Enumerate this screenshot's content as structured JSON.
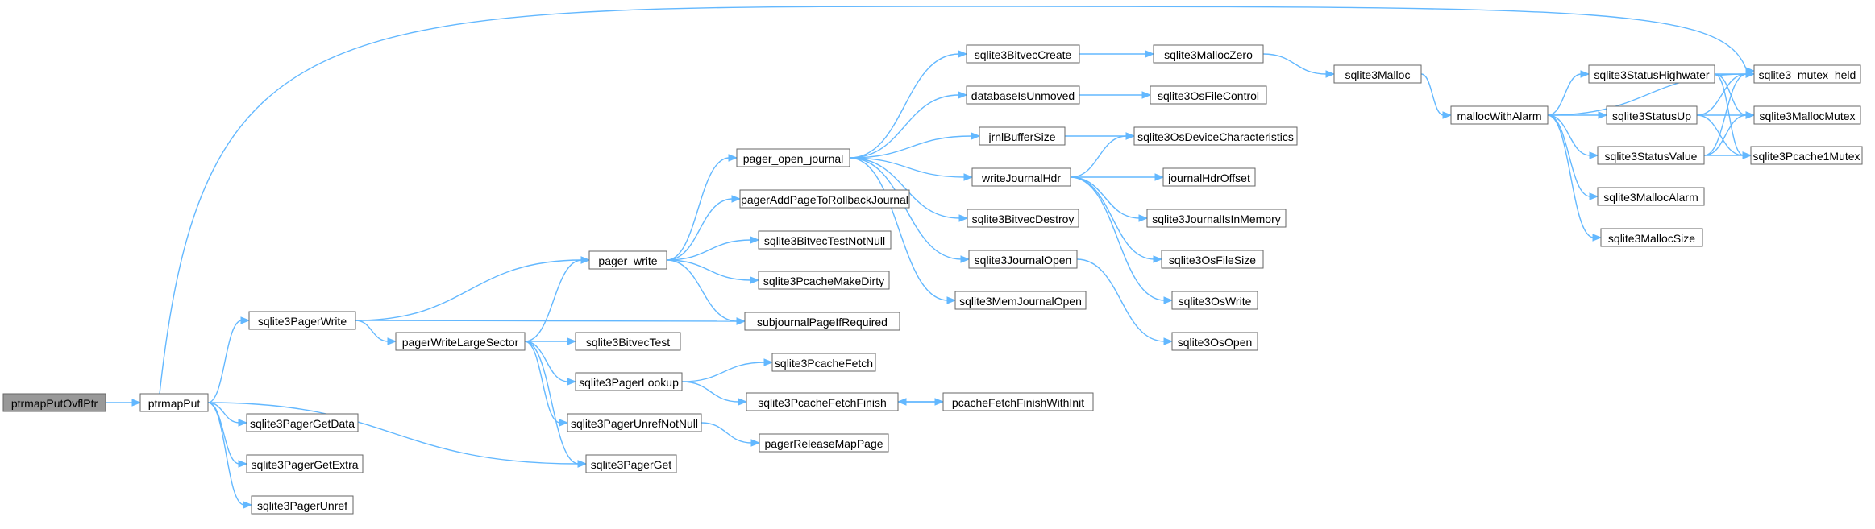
{
  "graph": {
    "root": "ptrmapPutOvflPtr",
    "colors": {
      "edge": "#63b8ff",
      "node_border": "#666666",
      "node_fill": "#ffffff",
      "root_fill": "#999999"
    },
    "nodes": [
      {
        "id": "ptrmapPutOvflPtr",
        "label": "ptrmapPutOvflPtr",
        "root": true
      },
      {
        "id": "ptrmapPut",
        "label": "ptrmapPut"
      },
      {
        "id": "sqlite3PagerWrite",
        "label": "sqlite3PagerWrite"
      },
      {
        "id": "sqlite3PagerGetData",
        "label": "sqlite3PagerGetData"
      },
      {
        "id": "sqlite3PagerGetExtra",
        "label": "sqlite3PagerGetExtra"
      },
      {
        "id": "sqlite3PagerUnref",
        "label": "sqlite3PagerUnref"
      },
      {
        "id": "pagerWriteLargeSector",
        "label": "pagerWriteLargeSector"
      },
      {
        "id": "pager_write",
        "label": "pager_write"
      },
      {
        "id": "sqlite3BitvecTest",
        "label": "sqlite3BitvecTest"
      },
      {
        "id": "sqlite3PagerLookup",
        "label": "sqlite3PagerLookup"
      },
      {
        "id": "sqlite3PagerUnrefNotNull",
        "label": "sqlite3PagerUnrefNotNull"
      },
      {
        "id": "sqlite3PagerGet",
        "label": "sqlite3PagerGet"
      },
      {
        "id": "pager_open_journal",
        "label": "pager_open_journal"
      },
      {
        "id": "pagerAddPageToRollbackJournal",
        "label": "pagerAddPageToRollbackJournal"
      },
      {
        "id": "sqlite3BitvecTestNotNull",
        "label": "sqlite3BitvecTestNotNull"
      },
      {
        "id": "sqlite3PcacheMakeDirty",
        "label": "sqlite3PcacheMakeDirty"
      },
      {
        "id": "subjournalPageIfRequired",
        "label": "subjournalPageIfRequired"
      },
      {
        "id": "sqlite3PcacheFetch",
        "label": "sqlite3PcacheFetch"
      },
      {
        "id": "sqlite3PcacheFetchFinish",
        "label": "sqlite3PcacheFetchFinish"
      },
      {
        "id": "pagerReleaseMapPage",
        "label": "pagerReleaseMapPage"
      },
      {
        "id": "pcacheFetchFinishWithInit",
        "label": "pcacheFetchFinishWithInit"
      },
      {
        "id": "sqlite3BitvecCreate",
        "label": "sqlite3BitvecCreate"
      },
      {
        "id": "databaseIsUnmoved",
        "label": "databaseIsUnmoved"
      },
      {
        "id": "jrnlBufferSize",
        "label": "jrnlBufferSize"
      },
      {
        "id": "writeJournalHdr",
        "label": "writeJournalHdr"
      },
      {
        "id": "sqlite3BitvecDestroy",
        "label": "sqlite3BitvecDestroy"
      },
      {
        "id": "sqlite3JournalOpen",
        "label": "sqlite3JournalOpen"
      },
      {
        "id": "sqlite3MemJournalOpen",
        "label": "sqlite3MemJournalOpen"
      },
      {
        "id": "sqlite3MallocZero",
        "label": "sqlite3MallocZero"
      },
      {
        "id": "sqlite3OsFileControl",
        "label": "sqlite3OsFileControl"
      },
      {
        "id": "sqlite3OsDeviceCharacteristics",
        "label": "sqlite3OsDeviceCharacteristics"
      },
      {
        "id": "journalHdrOffset",
        "label": "journalHdrOffset"
      },
      {
        "id": "sqlite3JournalIsInMemory",
        "label": "sqlite3JournalIsInMemory"
      },
      {
        "id": "sqlite3OsFileSize",
        "label": "sqlite3OsFileSize"
      },
      {
        "id": "sqlite3OsWrite",
        "label": "sqlite3OsWrite"
      },
      {
        "id": "sqlite3OsOpen",
        "label": "sqlite3OsOpen"
      },
      {
        "id": "sqlite3Malloc",
        "label": "sqlite3Malloc"
      },
      {
        "id": "mallocWithAlarm",
        "label": "mallocWithAlarm"
      },
      {
        "id": "sqlite3StatusHighwater",
        "label": "sqlite3StatusHighwater"
      },
      {
        "id": "sqlite3StatusUp",
        "label": "sqlite3StatusUp"
      },
      {
        "id": "sqlite3StatusValue",
        "label": "sqlite3StatusValue"
      },
      {
        "id": "sqlite3MallocAlarm",
        "label": "sqlite3MallocAlarm"
      },
      {
        "id": "sqlite3MallocSize",
        "label": "sqlite3MallocSize"
      },
      {
        "id": "sqlite3_mutex_held",
        "label": "sqlite3_mutex_held"
      },
      {
        "id": "sqlite3MallocMutex",
        "label": "sqlite3MallocMutex"
      },
      {
        "id": "sqlite3Pcache1Mutex",
        "label": "sqlite3Pcache1Mutex"
      }
    ],
    "edges": [
      [
        "ptrmapPutOvflPtr",
        "ptrmapPut"
      ],
      [
        "ptrmapPut",
        "sqlite3PagerWrite"
      ],
      [
        "ptrmapPut",
        "sqlite3PagerGetData"
      ],
      [
        "ptrmapPut",
        "sqlite3PagerGetExtra"
      ],
      [
        "ptrmapPut",
        "sqlite3PagerUnref"
      ],
      [
        "ptrmapPut",
        "sqlite3PagerGet"
      ],
      [
        "ptrmapPut",
        "sqlite3_mutex_held"
      ],
      [
        "sqlite3PagerWrite",
        "pager_write"
      ],
      [
        "sqlite3PagerWrite",
        "pagerWriteLargeSector"
      ],
      [
        "sqlite3PagerWrite",
        "subjournalPageIfRequired"
      ],
      [
        "pagerWriteLargeSector",
        "pager_write"
      ],
      [
        "pagerWriteLargeSector",
        "sqlite3BitvecTest"
      ],
      [
        "pagerWriteLargeSector",
        "sqlite3PagerLookup"
      ],
      [
        "pagerWriteLargeSector",
        "sqlite3PagerUnrefNotNull"
      ],
      [
        "pagerWriteLargeSector",
        "sqlite3PagerGet"
      ],
      [
        "pager_write",
        "pager_open_journal"
      ],
      [
        "pager_write",
        "pagerAddPageToRollbackJournal"
      ],
      [
        "pager_write",
        "sqlite3BitvecTestNotNull"
      ],
      [
        "pager_write",
        "sqlite3PcacheMakeDirty"
      ],
      [
        "pager_write",
        "subjournalPageIfRequired"
      ],
      [
        "sqlite3PagerLookup",
        "sqlite3PcacheFetch"
      ],
      [
        "sqlite3PagerLookup",
        "sqlite3PcacheFetchFinish"
      ],
      [
        "sqlite3PagerUnrefNotNull",
        "pagerReleaseMapPage"
      ],
      [
        "sqlite3PcacheFetchFinish",
        "pcacheFetchFinishWithInit"
      ],
      [
        "pcacheFetchFinishWithInit",
        "sqlite3PcacheFetchFinish"
      ],
      [
        "pager_open_journal",
        "sqlite3BitvecCreate"
      ],
      [
        "pager_open_journal",
        "databaseIsUnmoved"
      ],
      [
        "pager_open_journal",
        "jrnlBufferSize"
      ],
      [
        "pager_open_journal",
        "writeJournalHdr"
      ],
      [
        "pager_open_journal",
        "sqlite3BitvecDestroy"
      ],
      [
        "pager_open_journal",
        "sqlite3JournalOpen"
      ],
      [
        "pager_open_journal",
        "sqlite3MemJournalOpen"
      ],
      [
        "sqlite3BitvecCreate",
        "sqlite3MallocZero"
      ],
      [
        "databaseIsUnmoved",
        "sqlite3OsFileControl"
      ],
      [
        "jrnlBufferSize",
        "sqlite3OsDeviceCharacteristics"
      ],
      [
        "writeJournalHdr",
        "sqlite3OsDeviceCharacteristics"
      ],
      [
        "writeJournalHdr",
        "journalHdrOffset"
      ],
      [
        "writeJournalHdr",
        "sqlite3JournalIsInMemory"
      ],
      [
        "writeJournalHdr",
        "sqlite3OsFileSize"
      ],
      [
        "writeJournalHdr",
        "sqlite3OsWrite"
      ],
      [
        "sqlite3JournalOpen",
        "sqlite3OsOpen"
      ],
      [
        "sqlite3MallocZero",
        "sqlite3Malloc"
      ],
      [
        "sqlite3Malloc",
        "mallocWithAlarm"
      ],
      [
        "mallocWithAlarm",
        "sqlite3_mutex_held"
      ],
      [
        "mallocWithAlarm",
        "sqlite3StatusHighwater"
      ],
      [
        "mallocWithAlarm",
        "sqlite3StatusUp"
      ],
      [
        "mallocWithAlarm",
        "sqlite3StatusValue"
      ],
      [
        "mallocWithAlarm",
        "sqlite3MallocAlarm"
      ],
      [
        "mallocWithAlarm",
        "sqlite3MallocSize"
      ],
      [
        "sqlite3StatusHighwater",
        "sqlite3_mutex_held"
      ],
      [
        "sqlite3StatusHighwater",
        "sqlite3MallocMutex"
      ],
      [
        "sqlite3StatusHighwater",
        "sqlite3Pcache1Mutex"
      ],
      [
        "sqlite3StatusUp",
        "sqlite3_mutex_held"
      ],
      [
        "sqlite3StatusUp",
        "sqlite3MallocMutex"
      ],
      [
        "sqlite3StatusUp",
        "sqlite3Pcache1Mutex"
      ],
      [
        "sqlite3StatusValue",
        "sqlite3_mutex_held"
      ],
      [
        "sqlite3StatusValue",
        "sqlite3MallocMutex"
      ],
      [
        "sqlite3StatusValue",
        "sqlite3Pcache1Mutex"
      ]
    ]
  }
}
